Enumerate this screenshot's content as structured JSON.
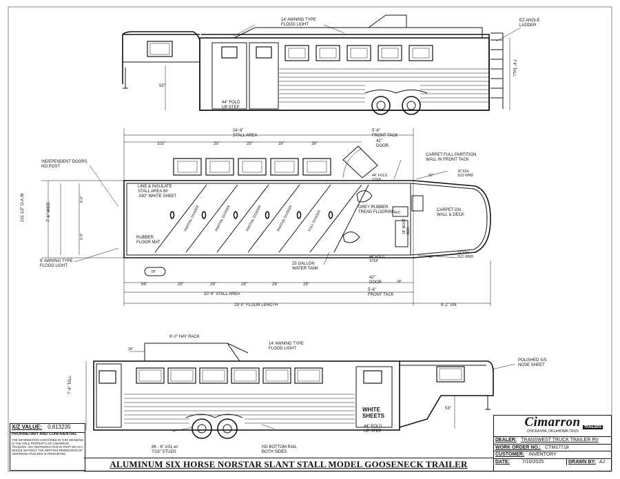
{
  "top_view": {
    "awning_label": "14' AWNING TYPE\nFLOOD LIGHT",
    "ladder_label": "EZ ANGLE\nLADDER",
    "tall_label": "7'4\" TALL",
    "hitch_height": "53\"",
    "fold_step": "44\" FOLD\nUP STEP"
  },
  "plan_view": {
    "stall_area_top": "24'-9\"\nSTALL AREA",
    "front_tack_top": "5'-6\"\nFRONT TACK",
    "door_top": "42\"\nDOOR",
    "top_dims": [
      "102\"",
      "29\"",
      "29\"",
      "29\"",
      "29\""
    ],
    "independent_doors": "INDEPENDENT DOORS\nNO POST",
    "awning_flood": "8' AWNING TYPE\nFLOOD LIGHT",
    "oaw": "101 1/2\" O.A.W.",
    "wide": "7'-6\" WIDE",
    "dim_left_1": "6'-0\"",
    "dim_left_2": "6'-0\"",
    "line_insulate": "LINE & INSULATE\nSTALL AREA W/\n.030\" WHITE SHEET",
    "rubber_mat": "RUBBER\nFLOOR MAT",
    "dividers": [
      "PARTIAL DIVIDER",
      "PARTIAL DIVIDER",
      "PARTIAL DIVIDER",
      "PARTIAL DIVIDER",
      "FULL DIVIDER"
    ],
    "grey_rubber": "GREY RUBBER\nTREAD FLOORING",
    "carpet_partition": "CARPET FULL PARTITION\nWALL IN FRONT TACK",
    "carpet_gn": "CARPET GN\nWALL & DECK",
    "window_1": "15\"X24\nSLD WND",
    "window_2": "15\"X24\nSLD WND",
    "dim_52_top": "52\"",
    "dim_52_bot": "52\"",
    "boot_box": "18\" BOOT\nBOX",
    "fold_step_top": "44\" FOLD\nSTEP",
    "fold_step_bot": "44\" FOLD\nSTEP",
    "ac_label": "A/C",
    "water_tank": "25 GALLON\nWATER TANK",
    "dim_78": "78\"",
    "bottom_dims": [
      "56\"",
      "29\"",
      "29\"",
      "29\"",
      "29\"",
      "29\""
    ],
    "door_bot": "42\"\nDOOR",
    "dim_24": "24\"",
    "stall_area_bot": "20'-9\" STALL AREA",
    "front_tack_bot": "5'-6\"\nFRONT TACK",
    "floor_length": "29'-0\" FLOOR LENGTH",
    "gn_length": "8'-2\" GN"
  },
  "side_view": {
    "hay_rack": "9'-0\" HAY RACK",
    "awning_label": "14' AWNING TYPE\nFLOOD LIGHT",
    "dim_24": "24\"",
    "tall_label": "7'-4\" TALL",
    "polished": "POLISHED S/S\nNOSE SHEET",
    "white_sheets": "WHITE\nSHEETS",
    "fold_step": "44\" FOLD\nUP STEP",
    "hitch_height": "53\"",
    "axles": "8K - 6\" AXL w/\n7/16\" STUDS",
    "bottom_rail": "HD BOTTOM RAIL\nBOTH SIDES"
  },
  "xz": {
    "label": "X/Z VALUE:",
    "value": "0.813235"
  },
  "proprietary": {
    "heading": "PROPRIETARY AND CONFIDENTIAL",
    "body": "THE INFORMATION CONTAINED IN THIS DRAWING IS THE SOLE PROPERTY OF CIMARRON TRAILERS. ANY REPRODUCTION IN PART OR AS A WHOLE WITHOUT THE WRITTEN PERMISSION OF CIMARRON TRAILERS IS PROHIBITED."
  },
  "title": "ALUMINUM SIX HORSE NORSTAR SLANT STALL MODEL GOOSENECK TRAILER",
  "title_block": {
    "brand": "Cimarron",
    "brand_sub": "TRAILERS",
    "address": "CHICKASHA, OKLAHOMA 73023",
    "dealer_label": "DEALER:",
    "dealer": "TRANSWEST TRUCK TRAILER RV",
    "work_order_label": "WORK ORDER NO.:",
    "work_order": "CTM17718",
    "customer_label": "CUSTOMER:",
    "customer": "INVENTORY",
    "date_label": "DATE:",
    "date": "7/10/2025",
    "drawn_label": "DRAWN BY:",
    "drawn": "AJ"
  }
}
